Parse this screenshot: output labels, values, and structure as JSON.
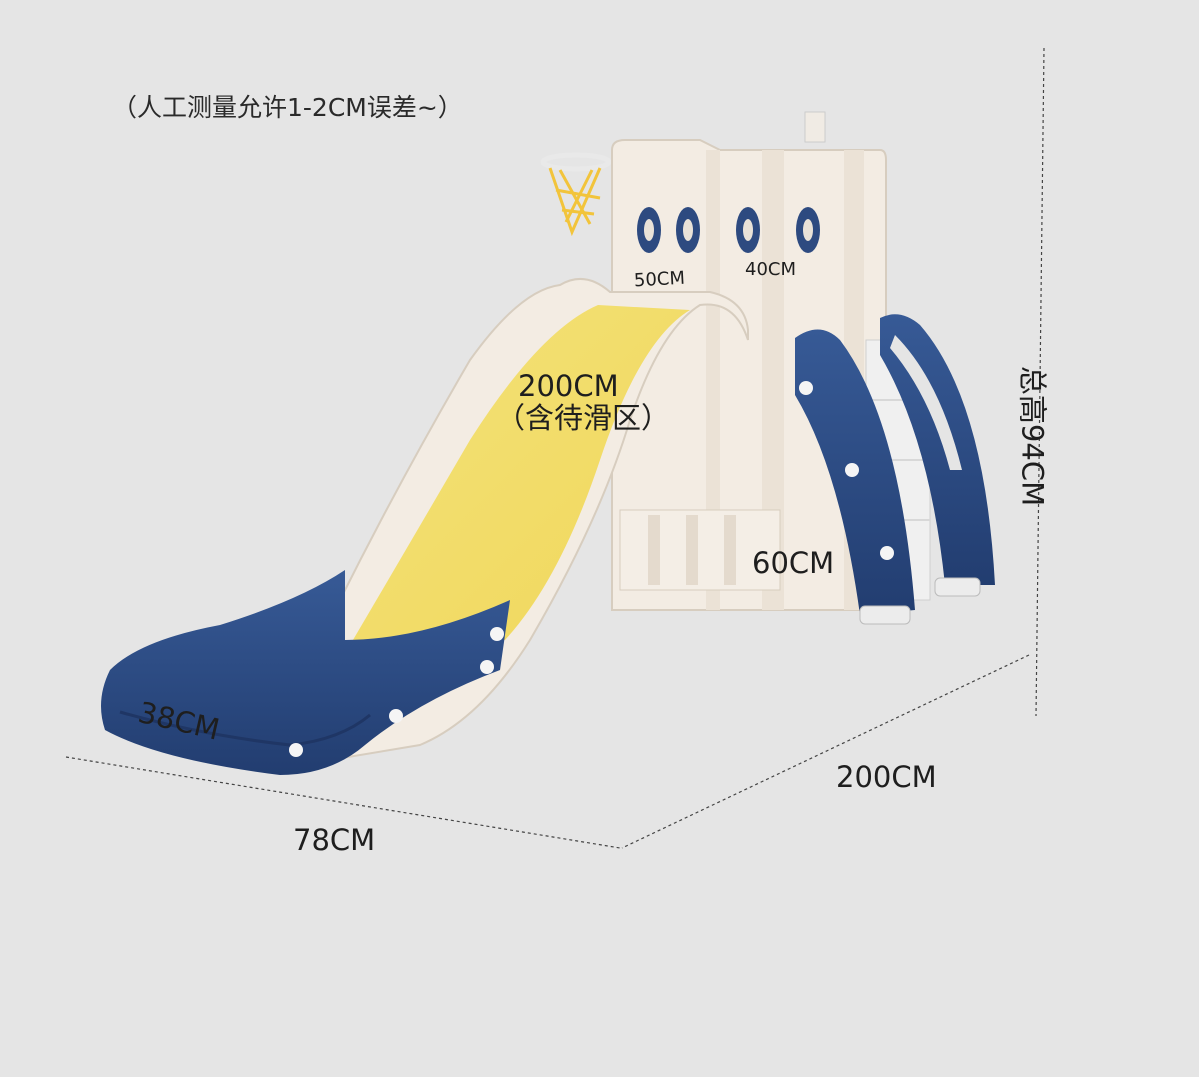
{
  "note": "（人工测量允许1-2CM误差~）",
  "dimensions": {
    "top_left_width": "50CM",
    "top_right_width": "40CM",
    "slide_length_line1": "200CM",
    "slide_length_line2": "（含待滑区）",
    "platform_height": "60CM",
    "slide_width": "38CM",
    "total_length": "200CM",
    "total_width": "78CM",
    "total_height": "总高94CM"
  },
  "colors": {
    "background": "#e5e5e5",
    "navy": "#2b4a82",
    "yellow": "#f2dc6a",
    "cream": "#f3ece3"
  }
}
